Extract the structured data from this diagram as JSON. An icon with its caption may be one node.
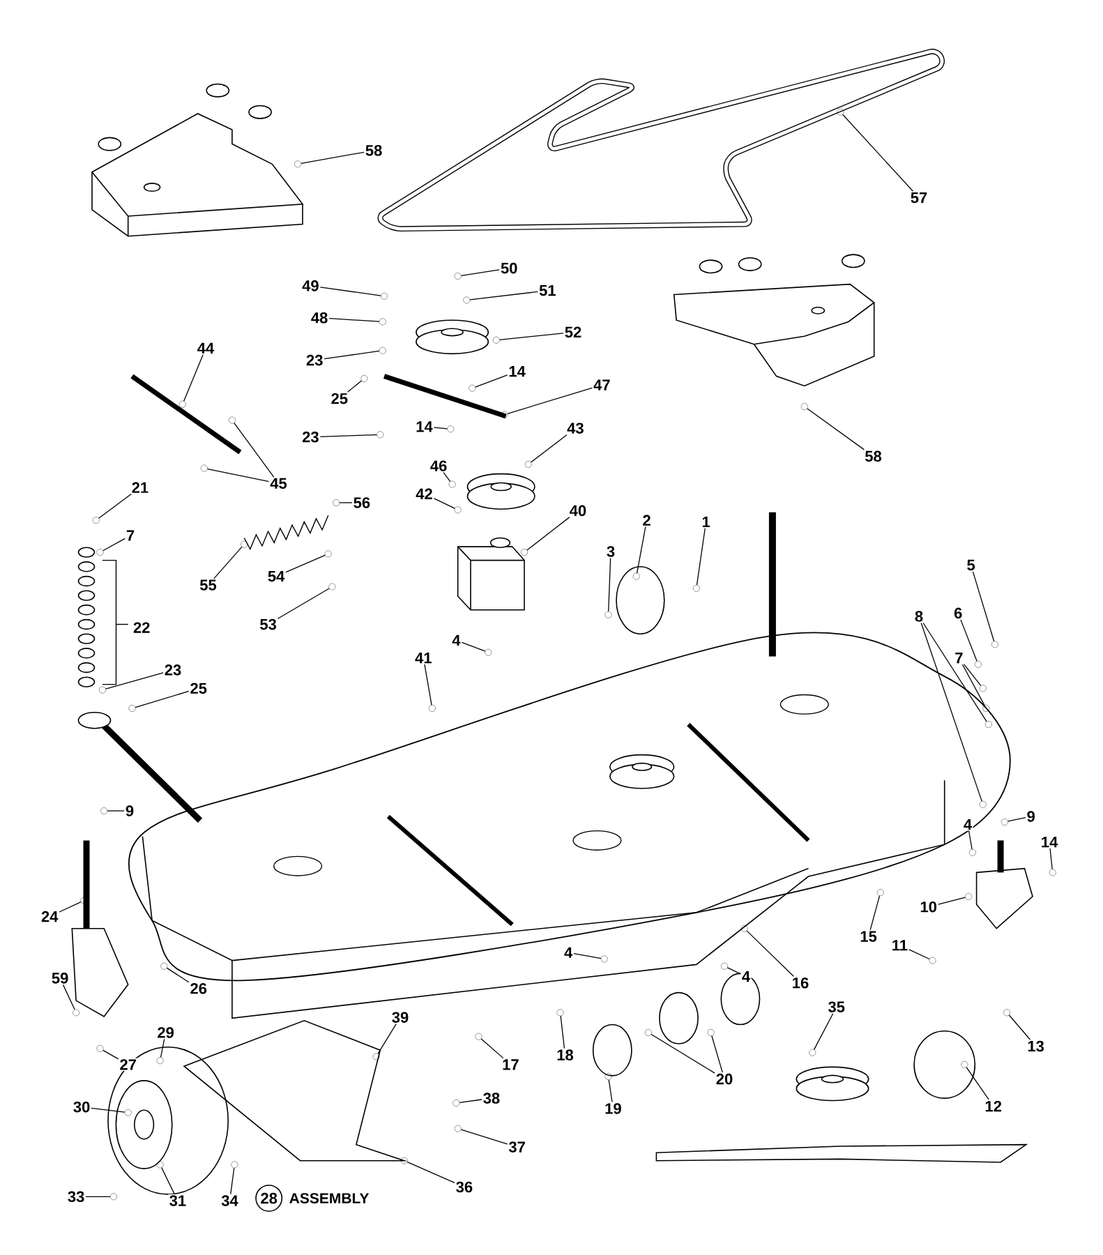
{
  "diagram": {
    "nodes": [
      {
        "text": [
          "58"
        ]
      },
      {
        "text": [
          "57"
        ]
      },
      {
        "text": [
          "50"
        ]
      },
      {
        "text": [
          "49"
        ]
      },
      {
        "text": [
          "51"
        ]
      },
      {
        "text": [
          "48"
        ]
      },
      {
        "text": [
          "52"
        ]
      },
      {
        "text": [
          "23"
        ]
      },
      {
        "text": [
          "14"
        ]
      },
      {
        "text": [
          "25"
        ]
      },
      {
        "text": [
          "44"
        ]
      },
      {
        "text": [
          "47"
        ]
      },
      {
        "text": [
          "23"
        ]
      },
      {
        "text": [
          "14"
        ]
      },
      {
        "text": [
          "43"
        ]
      },
      {
        "text": [
          "58"
        ]
      },
      {
        "text": [
          "45"
        ]
      },
      {
        "text": [
          "46"
        ]
      },
      {
        "text": [
          "21"
        ]
      },
      {
        "text": [
          "56"
        ]
      },
      {
        "text": [
          "42"
        ]
      },
      {
        "text": [
          "40"
        ]
      },
      {
        "text": [
          "7"
        ]
      },
      {
        "text": [
          "55"
        ]
      },
      {
        "text": [
          "54"
        ]
      },
      {
        "text": [
          "53"
        ]
      },
      {
        "text": [
          "3"
        ]
      },
      {
        "text": [
          "2"
        ]
      },
      {
        "text": [
          "1"
        ]
      },
      {
        "text": [
          "5"
        ]
      },
      {
        "text": [
          "6"
        ]
      },
      {
        "text": [
          "7"
        ]
      },
      {
        "text": [
          "8"
        ]
      },
      {
        "text": [
          "22"
        ]
      },
      {
        "text": [
          "23"
        ]
      },
      {
        "text": [
          "25"
        ]
      },
      {
        "text": [
          "4"
        ]
      },
      {
        "text": [
          "41"
        ]
      },
      {
        "text": [
          "9"
        ]
      },
      {
        "text": [
          "9"
        ]
      },
      {
        "text": [
          "4"
        ]
      },
      {
        "text": [
          "14"
        ]
      },
      {
        "text": [
          "24"
        ]
      },
      {
        "text": [
          "10"
        ]
      },
      {
        "text": [
          "15"
        ]
      },
      {
        "text": [
          "11"
        ]
      },
      {
        "text": [
          "16"
        ]
      },
      {
        "text": [
          "4"
        ]
      },
      {
        "text": [
          "4"
        ]
      },
      {
        "text": [
          "59"
        ]
      },
      {
        "text": [
          "26"
        ]
      },
      {
        "text": [
          "17"
        ]
      },
      {
        "text": [
          "18"
        ]
      },
      {
        "text": [
          "35"
        ]
      },
      {
        "text": [
          "29"
        ]
      },
      {
        "text": [
          "39"
        ]
      },
      {
        "text": [
          "27"
        ]
      },
      {
        "text": [
          "13"
        ]
      },
      {
        "text": [
          "20"
        ]
      },
      {
        "text": [
          "30"
        ]
      },
      {
        "text": [
          "38"
        ]
      },
      {
        "text": [
          "19"
        ]
      },
      {
        "text": [
          "12"
        ]
      },
      {
        "text": [
          "37"
        ]
      },
      {
        "text": [
          "36"
        ]
      },
      {
        "text": [
          "31"
        ]
      },
      {
        "text": [
          "33"
        ]
      },
      {
        "text": [
          "34"
        ]
      },
      {
        "text": [
          "28"
        ],
        "beside": [
          "ASSEMBLY"
        ]
      },
      {
        "text": [],
        "shape": "circle"
      },
      {
        "text": [],
        "shape": "circle"
      },
      {
        "text": [],
        "shape": "circle"
      },
      {
        "text": [],
        "shape": "circle"
      },
      {
        "text": [],
        "shape": "circle"
      },
      {
        "text": [],
        "shape": "circle"
      },
      {
        "text": [],
        "shape": "circle"
      },
      {
        "text": [],
        "shape": "circle"
      },
      {
        "text": [],
        "shape": "circle"
      },
      {
        "text": [],
        "shape": "circle"
      },
      {
        "text": [],
        "shape": "circle"
      },
      {
        "text": [],
        "shape": "circle"
      },
      {
        "text": [],
        "shape": "circle"
      },
      {
        "text": [],
        "shape": "circle"
      },
      {
        "text": [],
        "shape": "circle"
      },
      {
        "text": [],
        "shape": "circle"
      },
      {
        "text": [],
        "shape": "circle"
      },
      {
        "text": [],
        "shape": "circle"
      },
      {
        "text": [],
        "shape": "circle"
      },
      {
        "text": [],
        "shape": "circle"
      },
      {
        "text": [],
        "shape": "circle"
      },
      {
        "text": [],
        "shape": "circle"
      },
      {
        "text": [],
        "shape": "circle"
      },
      {
        "text": [],
        "shape": "circle"
      },
      {
        "text": [],
        "shape": "circle"
      },
      {
        "text": [],
        "shape": "circle"
      },
      {
        "text": [],
        "shape": "circle"
      },
      {
        "text": [],
        "shape": "circle"
      },
      {
        "text": [],
        "shape": "circle"
      },
      {
        "text": [],
        "shape": "circle"
      },
      {
        "text": [],
        "shape": "circle"
      },
      {
        "text": [],
        "shape": "circle"
      },
      {
        "text": [],
        "shape": "circle"
      },
      {
        "text": [],
        "shape": "circle"
      },
      {
        "text": [],
        "shape": "circle"
      },
      {
        "text": [],
        "shape": "circle"
      },
      {
        "text": [],
        "shape": "circle"
      },
      {
        "text": [],
        "shape": "circle"
      },
      {
        "text": [],
        "shape": "circle"
      },
      {
        "text": [],
        "shape": "circle"
      },
      {
        "text": [],
        "shape": "circle"
      },
      {
        "text": [],
        "shape": "circle"
      },
      {
        "text": [],
        "shape": "circle"
      },
      {
        "text": [],
        "shape": "circle"
      },
      {
        "text": [],
        "shape": "circle"
      },
      {
        "text": [],
        "shape": "circle"
      },
      {
        "text": [],
        "shape": "circle"
      },
      {
        "text": [],
        "shape": "circle"
      },
      {
        "text": [],
        "shape": "circle"
      },
      {
        "text": [],
        "shape": "circle"
      },
      {
        "text": [],
        "shape": "circle"
      },
      {
        "text": [],
        "shape": "circle"
      },
      {
        "text": [],
        "shape": "circle"
      },
      {
        "text": [],
        "shape": "circle"
      },
      {
        "text": [],
        "shape": "circle"
      },
      {
        "text": [],
        "shape": "circle"
      },
      {
        "text": [],
        "shape": "circle"
      },
      {
        "text": [],
        "shape": "circle"
      },
      {
        "text": [],
        "shape": "circle"
      },
      {
        "text": [],
        "shape": "circle"
      },
      {
        "text": [],
        "shape": "circle"
      },
      {
        "text": [],
        "shape": "circle"
      },
      {
        "text": [],
        "shape": "circle"
      },
      {
        "text": [],
        "shape": "circle"
      },
      {
        "text": [],
        "shape": "circle"
      },
      {
        "text": [],
        "shape": "circle"
      },
      {
        "text": [],
        "shape": "circle"
      },
      {
        "text": [],
        "shape": "circle"
      },
      {
        "text": [],
        "shape": "circle"
      },
      {
        "text": [],
        "shape": "circle"
      },
      {
        "text": [],
        "shape": "circle"
      }
    ],
    "edges": [
      {
        "from": 0,
        "to": 69,
        "arrow": "none"
      },
      {
        "from": 1,
        "to": 70,
        "arrow": "none"
      },
      {
        "from": 2,
        "to": 71,
        "arrow": "none"
      },
      {
        "from": 3,
        "to": 72,
        "arrow": "none"
      },
      {
        "from": 4,
        "to": 73,
        "arrow": "none"
      },
      {
        "from": 5,
        "to": 74,
        "arrow": "none"
      },
      {
        "from": 6,
        "to": 75,
        "arrow": "none"
      },
      {
        "from": 7,
        "to": 76,
        "arrow": "none"
      },
      {
        "from": 8,
        "to": 77,
        "arrow": "none"
      },
      {
        "from": 9,
        "to": 78,
        "arrow": "none"
      },
      {
        "from": 10,
        "to": 79,
        "arrow": "none"
      },
      {
        "from": 11,
        "to": 80,
        "arrow": "none"
      },
      {
        "from": 12,
        "to": 81,
        "arrow": "none"
      },
      {
        "from": 13,
        "to": 82,
        "arrow": "none"
      },
      {
        "from": 14,
        "to": 83,
        "arrow": "none"
      },
      {
        "from": 15,
        "to": 84,
        "arrow": "none"
      },
      {
        "from": 16,
        "to": 85,
        "arrow": "none"
      },
      {
        "from": 16,
        "to": 86,
        "arrow": "none"
      },
      {
        "from": 17,
        "to": 87,
        "arrow": "none"
      },
      {
        "from": 18,
        "to": 88,
        "arrow": "none"
      },
      {
        "from": 19,
        "to": 89,
        "arrow": "none"
      },
      {
        "from": 20,
        "to": 90,
        "arrow": "none"
      },
      {
        "from": 21,
        "to": 91,
        "arrow": "none"
      },
      {
        "from": 22,
        "to": 92,
        "arrow": "none"
      },
      {
        "from": 23,
        "to": 93,
        "arrow": "none"
      },
      {
        "from": 24,
        "to": 94,
        "arrow": "none"
      },
      {
        "from": 25,
        "to": 95,
        "arrow": "none"
      },
      {
        "from": 26,
        "to": 96,
        "arrow": "none"
      },
      {
        "from": 27,
        "to": 97,
        "arrow": "none"
      },
      {
        "from": 28,
        "to": 98,
        "arrow": "none"
      },
      {
        "from": 29,
        "to": 99,
        "arrow": "none"
      },
      {
        "from": 30,
        "to": 100,
        "arrow": "none"
      },
      {
        "from": 31,
        "to": 101,
        "arrow": "none"
      },
      {
        "from": 31,
        "to": 102,
        "arrow": "none"
      },
      {
        "from": 32,
        "to": 103,
        "arrow": "none"
      },
      {
        "from": 32,
        "to": 104,
        "arrow": "none"
      },
      {
        "from": 34,
        "to": 105,
        "arrow": "none"
      },
      {
        "from": 35,
        "to": 106,
        "arrow": "none"
      },
      {
        "from": 36,
        "to": 107,
        "arrow": "none"
      },
      {
        "from": 37,
        "to": 108,
        "arrow": "none"
      },
      {
        "from": 38,
        "to": 109,
        "arrow": "none"
      },
      {
        "from": 39,
        "to": 110,
        "arrow": "none"
      },
      {
        "from": 40,
        "to": 111,
        "arrow": "none"
      },
      {
        "from": 41,
        "to": 112,
        "arrow": "none"
      },
      {
        "from": 42,
        "to": 113,
        "arrow": "none"
      },
      {
        "from": 43,
        "to": 114,
        "arrow": "none"
      },
      {
        "from": 44,
        "to": 115,
        "arrow": "none"
      },
      {
        "from": 45,
        "to": 116,
        "arrow": "none"
      },
      {
        "from": 46,
        "to": 117,
        "arrow": "none"
      },
      {
        "from": 47,
        "to": 118,
        "arrow": "none"
      },
      {
        "from": 48,
        "to": 119,
        "arrow": "none"
      },
      {
        "from": 49,
        "to": 120,
        "arrow": "none"
      },
      {
        "from": 50,
        "to": 121,
        "arrow": "none"
      },
      {
        "from": 51,
        "to": 122,
        "arrow": "none"
      },
      {
        "from": 52,
        "to": 123,
        "arrow": "none"
      },
      {
        "from": 53,
        "to": 124,
        "arrow": "none"
      },
      {
        "from": 54,
        "to": 125,
        "arrow": "none"
      },
      {
        "from": 55,
        "to": 126,
        "arrow": "none"
      },
      {
        "from": 56,
        "to": 127,
        "arrow": "none"
      },
      {
        "from": 57,
        "to": 128,
        "arrow": "none"
      },
      {
        "from": 58,
        "to": 129,
        "arrow": "none"
      },
      {
        "from": 58,
        "to": 130,
        "arrow": "none"
      },
      {
        "from": 59,
        "to": 131,
        "arrow": "none"
      },
      {
        "from": 60,
        "to": 132,
        "arrow": "none"
      },
      {
        "from": 61,
        "to": 133,
        "arrow": "none"
      },
      {
        "from": 62,
        "to": 134,
        "arrow": "none"
      },
      {
        "from": 63,
        "to": 135,
        "arrow": "none"
      },
      {
        "from": 64,
        "to": 136,
        "arrow": "none"
      },
      {
        "from": 65,
        "to": 137,
        "arrow": "none"
      },
      {
        "from": 66,
        "to": 138,
        "arrow": "none"
      },
      {
        "from": 67,
        "to": 139,
        "arrow": "none"
      }
    ]
  }
}
